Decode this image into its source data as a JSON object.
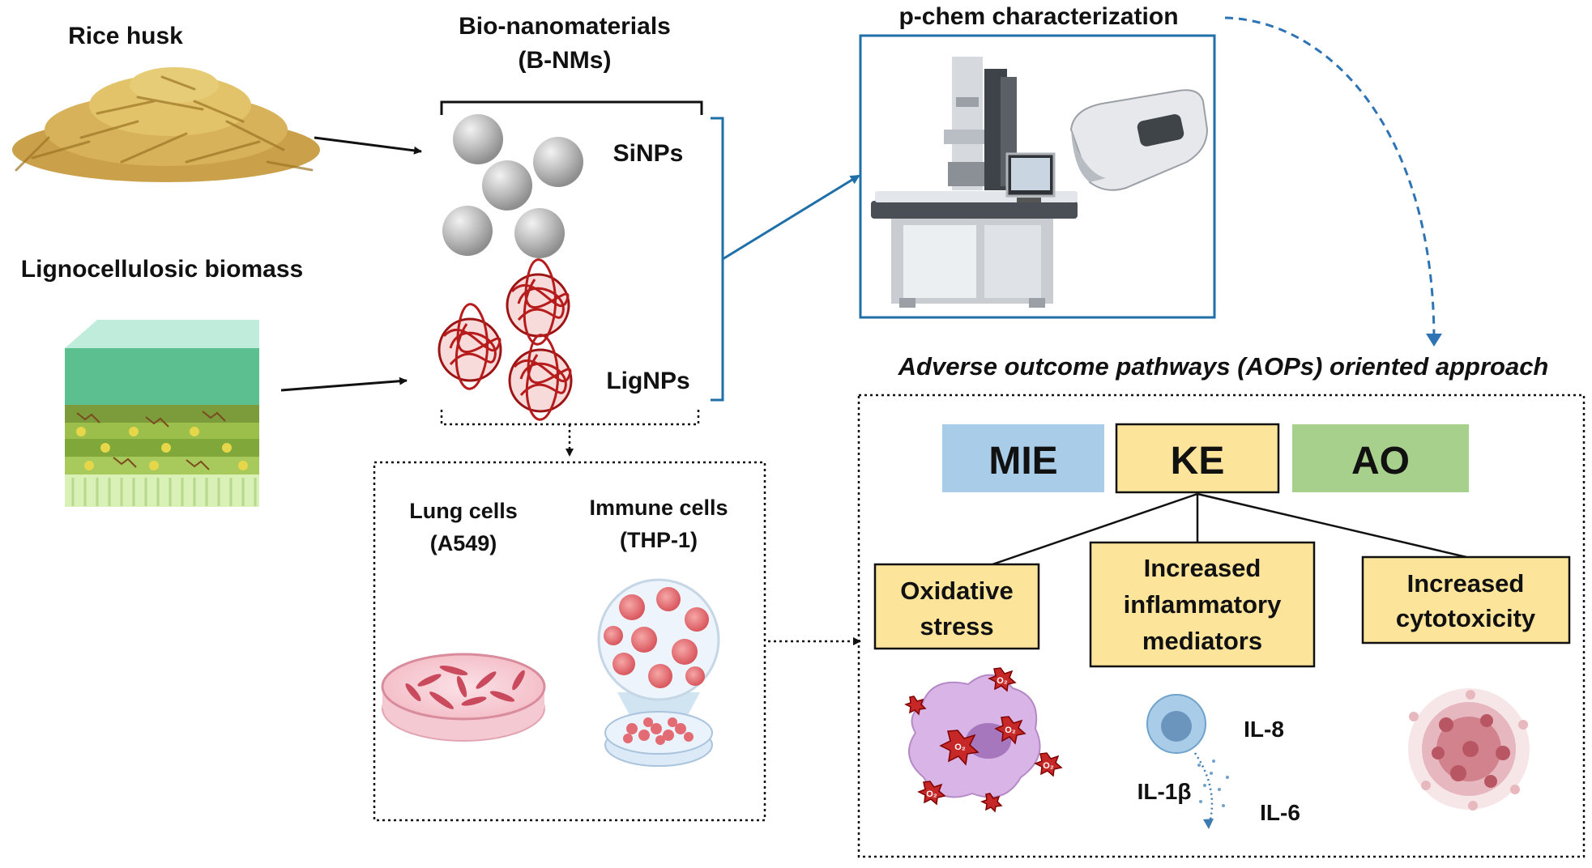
{
  "labels": {
    "rice_husk": "Rice husk",
    "lignocellulosic": "Lignocellulosic biomass",
    "bnm_line1": "Bio-nanomaterials",
    "bnm_line2": "(B-NMs)",
    "sinps": "SiNPs",
    "lignps": "LigNPs",
    "pchem": "p-chem characterization",
    "aop_title": "Adverse outcome pathways (AOPs) oriented approach",
    "lung_line1": "Lung cells",
    "lung_line2": "(A549)",
    "immune_line1": "Immune cells",
    "immune_line2": "(THP-1)"
  },
  "aop": {
    "mie": "MIE",
    "ke": "KE",
    "ao": "AO",
    "mie_color": "#a9cce8",
    "ke_color": "#fce59a",
    "ao_color": "#a8d08d"
  },
  "key_events": [
    {
      "line1": "Oxidative",
      "line2": "stress",
      "line3": ""
    },
    {
      "line1": "Increased",
      "line2": "inflammatory",
      "line3": "mediators"
    },
    {
      "line1": "Increased",
      "line2": "cytotoxicity",
      "line3": ""
    }
  ],
  "cytokines": {
    "il8": "IL-8",
    "il1b": "IL-1β",
    "il6": "IL-6"
  },
  "o2_label": "O₂",
  "colors": {
    "blue_frame": "#1f6fa8",
    "dashed_blue": "#2e74b5",
    "lignin": "#b71c1c",
    "silica": "#bdbdbd",
    "husk": "#d4a640"
  }
}
